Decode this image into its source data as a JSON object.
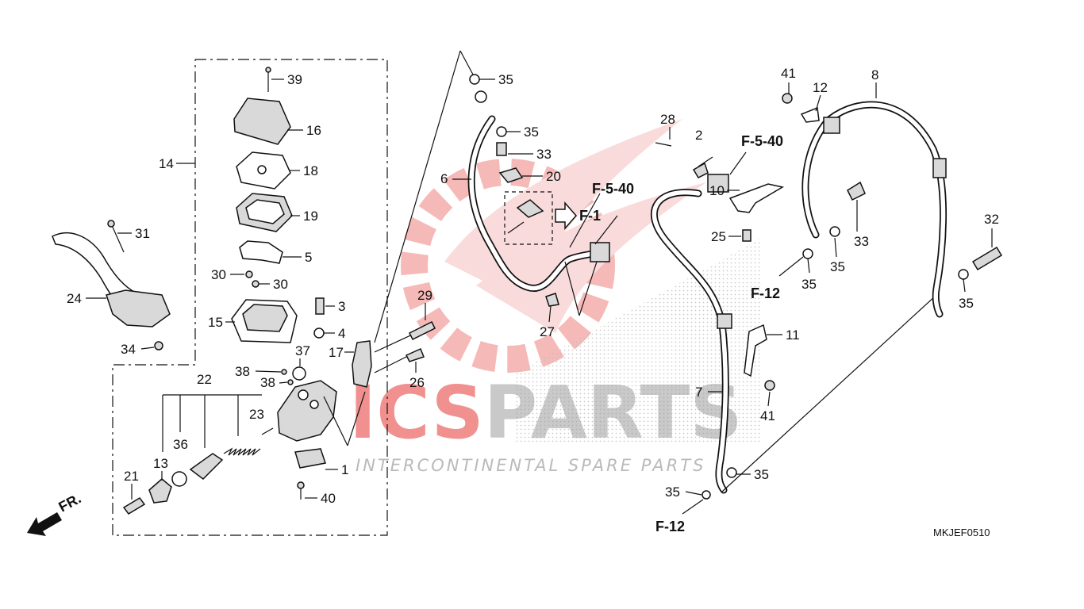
{
  "watermark": {
    "brand_part1": "ICS",
    "brand_part2": "PARTS",
    "tagline": "INTERCONTINENTAL SPARE PARTS",
    "color_red": "#e53935",
    "color_grey": "#9e9e9e"
  },
  "diagram_code": "MKJEF0510",
  "front_indicator": "FR.",
  "refs": {
    "f540_a": "F-5-40",
    "f540_b": "F-5-40",
    "f1": "F-1",
    "f12_a": "F-12",
    "f12_b": "F-12"
  },
  "callouts": {
    "n1": "1",
    "n2": "2",
    "n3": "3",
    "n4": "4",
    "n5": "5",
    "n6": "6",
    "n7": "7",
    "n8": "8",
    "n10": "10",
    "n11": "11",
    "n12": "12",
    "n13": "13",
    "n14": "14",
    "n15": "15",
    "n16": "16",
    "n17": "17",
    "n18": "18",
    "n19": "19",
    "n20": "20",
    "n21": "21",
    "n22": "22",
    "n23": "23",
    "n24": "24",
    "n25": "25",
    "n26": "26",
    "n27": "27",
    "n28": "28",
    "n29": "29",
    "n30a": "30",
    "n30b": "30",
    "n31": "31",
    "n32": "32",
    "n33a": "33",
    "n33b": "33",
    "n34": "34",
    "n35a": "35",
    "n35b": "35",
    "n35c": "35",
    "n35d": "35",
    "n35e": "35",
    "n35f": "35",
    "n35g": "35",
    "n36": "36",
    "n37": "37",
    "n38a": "38",
    "n38b": "38",
    "n39": "39",
    "n40": "40",
    "n41a": "41",
    "n41b": "41"
  }
}
